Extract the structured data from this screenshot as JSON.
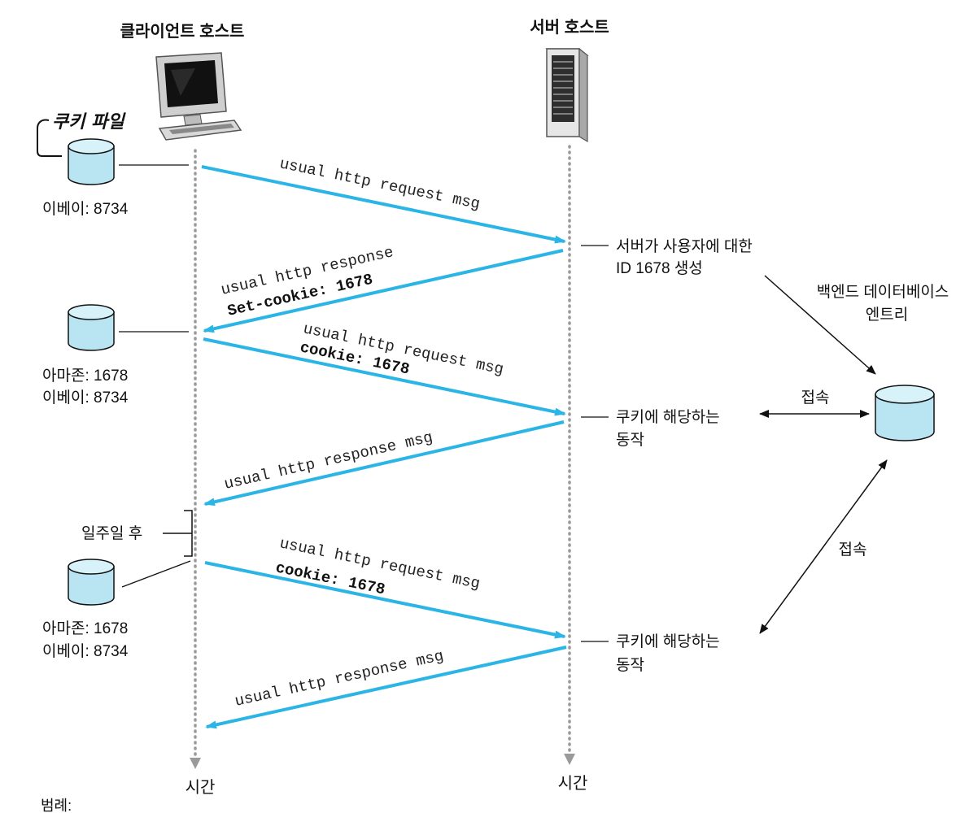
{
  "client": {
    "title": "클라이언트 호스트",
    "time_label": "시간"
  },
  "server": {
    "title": "서버 호스트",
    "time_label": "시간"
  },
  "cookie_file": {
    "label": "쿠키 파일"
  },
  "client_dbs": [
    {
      "lines": [
        "이베이: 8734"
      ]
    },
    {
      "lines": [
        "아마존: 1678",
        "이베이: 8734"
      ]
    },
    {
      "lines": [
        "아마존: 1678",
        "이베이: 8734"
      ]
    }
  ],
  "messages": [
    {
      "line1": "usual http request msg",
      "line2": ""
    },
    {
      "line1": "usual http response",
      "line2": "Set-cookie: 1678"
    },
    {
      "line1": "usual http request msg",
      "line2": "cookie: 1678"
    },
    {
      "line1": "usual http response msg",
      "line2": ""
    },
    {
      "line1": "usual http request msg",
      "line2": "cookie: 1678"
    },
    {
      "line1": "usual http response msg",
      "line2": ""
    }
  ],
  "server_notes": [
    {
      "lines": [
        "서버가 사용자에 대한",
        "ID 1678 생성"
      ]
    },
    {
      "lines": [
        "쿠키에 해당하는",
        "동작"
      ]
    },
    {
      "lines": [
        "쿠키에 해당하는",
        "동작"
      ]
    }
  ],
  "backend": {
    "lines": [
      "백엔드 데이터베이스",
      "엔트리"
    ]
  },
  "access_labels": [
    "접속",
    "접속"
  ],
  "week_later": "일주일 후",
  "legend": "범례:",
  "colors": {
    "arrow": "#2bb5e6",
    "db_fill": "#b9e5f2",
    "timeline": "#999999"
  }
}
